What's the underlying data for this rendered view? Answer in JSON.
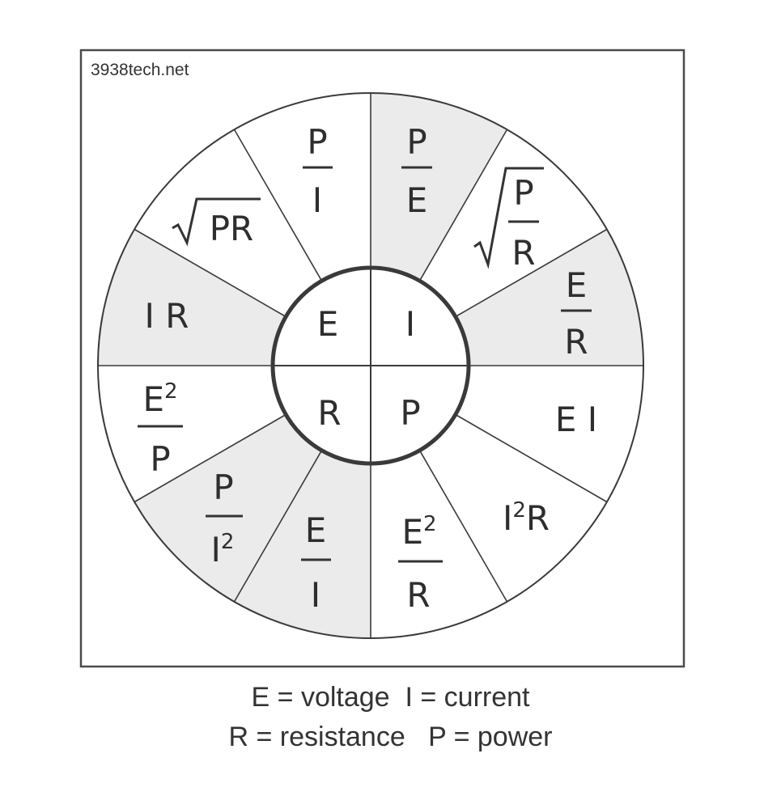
{
  "site_label": "3938tech.net",
  "colors": {
    "shade": "#ebebeb",
    "line": "#3a3a3a",
    "ring": "#3a3a3a",
    "text": "#2e2e2e"
  },
  "center": {
    "E": "E",
    "I": "I",
    "R": "R",
    "P": "P"
  },
  "segments": {
    "p_over_i": {
      "num": "P",
      "den": "I"
    },
    "p_over_e": {
      "num": "P",
      "den": "E"
    },
    "sqrt_p_over_r": {
      "num": "P",
      "den": "R"
    },
    "e_over_r": {
      "num": "E",
      "den": "R"
    },
    "ei": {
      "text": "E I"
    },
    "i2r": {
      "base": "I",
      "sup": "2",
      "rest": "R"
    },
    "e2_over_r": {
      "num": "E",
      "num_sup": "2",
      "den": "R"
    },
    "e_over_i": {
      "num": "E",
      "den": "I"
    },
    "p_over_i2": {
      "num": "P",
      "den": "I",
      "den_sup": "2"
    },
    "e2_over_p": {
      "num": "E",
      "num_sup": "2",
      "den": "P"
    },
    "ir": {
      "text": "I R"
    },
    "sqrt_pr": {
      "text": "PR"
    }
  },
  "legend": {
    "line1": "E = voltage  I = current",
    "line2": "R = resistance   P = power"
  }
}
